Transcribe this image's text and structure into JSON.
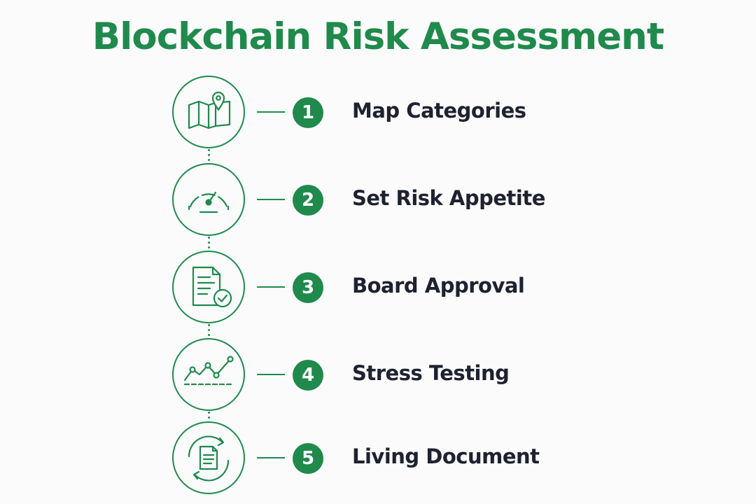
{
  "title": "Blockchain Risk Assessment",
  "steps": [
    {
      "number": "1",
      "label": "Map Categories",
      "icon": "map-icon"
    },
    {
      "number": "2",
      "label": "Set Risk Appetite",
      "icon": "gauge-icon"
    },
    {
      "number": "3",
      "label": "Board Approval",
      "icon": "approved-document-icon"
    },
    {
      "number": "4",
      "label": "Stress Testing",
      "icon": "line-chart-icon"
    },
    {
      "number": "5",
      "label": "Living Document",
      "icon": "document-cycle-icon"
    }
  ],
  "colors": {
    "accent": "#1f8a4c",
    "text": "#1e2130",
    "background": "#fbfbfb"
  }
}
